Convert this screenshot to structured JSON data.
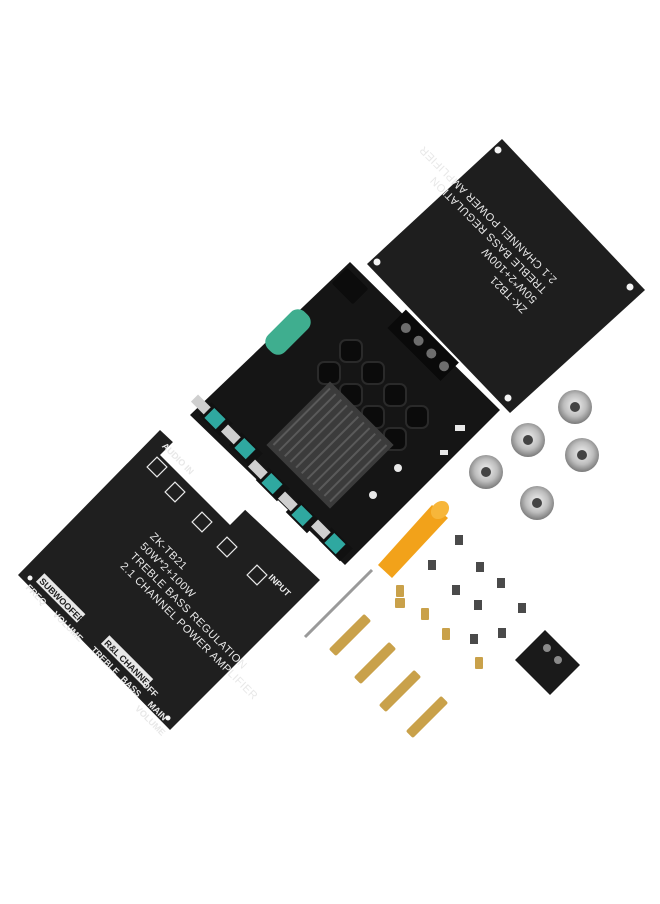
{
  "back_panel": {
    "model": "ZK-TB21",
    "power": "50W*2+100W",
    "feature": "TREBLE BASS REGULATION",
    "type": "2.1 CHANNEL POWER AMPLIFIER"
  },
  "front_panel": {
    "model": "ZK-TB21",
    "power": "50W*2+100W",
    "feature": "TREBLE  BASS REGULATION",
    "type": "2.1 CHANNEL POWER AMPLIFIER",
    "subwoofer_label": "SUBWOOFER",
    "freq_label": "FREQ",
    "volume_label": "VOLUME",
    "rl_channel_label": "R&L CHANNEL",
    "treble_label": "TREBLE",
    "bass_label": "BASS",
    "main_label": "MAIN",
    "main_volume_label": "VOLUME",
    "off_label": "OFF",
    "input_label": "INPUT",
    "audio_label": "AUDIO IN"
  },
  "colors": {
    "pcb": "#1f1f1f",
    "knob_cap": "#2fa8a0",
    "capacitor": "#3fae8f",
    "screwdriver": "#f2a21a",
    "brass": "#c9a14a"
  }
}
